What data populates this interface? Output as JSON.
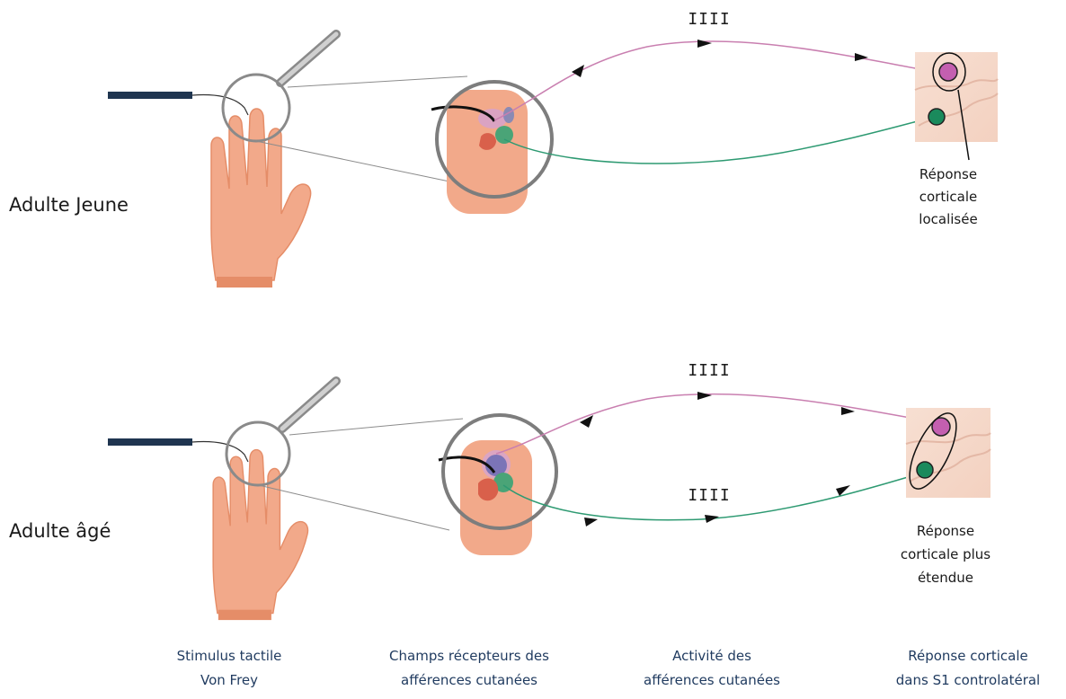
{
  "rows": {
    "young": {
      "label": "Adulte Jeune",
      "spikes_top": "IIII",
      "response": [
        "Réponse",
        "corticale",
        "localisée"
      ]
    },
    "old": {
      "label": "Adulte âgé",
      "spikes_top": "IIII",
      "spikes_bottom": "IIII",
      "response": [
        "Réponse",
        "corticale plus",
        "étendue"
      ]
    }
  },
  "captions": {
    "stimulus": [
      "Stimulus tactile",
      "Von Frey"
    ],
    "receptive_fields": [
      "Champs récepteurs des",
      "afférences cutanées"
    ],
    "activity": [
      "Activité des",
      "afférences cutanées"
    ],
    "cortical": [
      "Réponse corticale",
      "dans S1 controlatéral"
    ]
  },
  "colors": {
    "pink_afferent": "#c97fb0",
    "green_afferent": "#2e9a72",
    "skin": "#f2a98a",
    "skin_dark": "#e58d68",
    "probe": "#1f3550",
    "caption_text": "#1f3a5f"
  }
}
